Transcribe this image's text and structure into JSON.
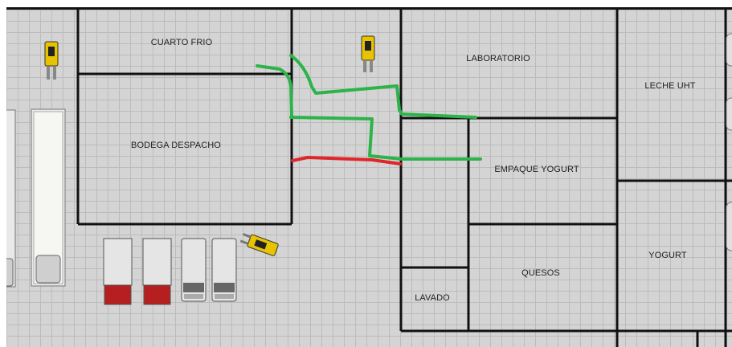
{
  "rooms": {
    "cuarto_frio": "CUARTO FRIO",
    "laboratorio": "LABORATORIO",
    "leche_uht": "LECHE UHT",
    "bodega_despacho": "BODEGA DESPACHO",
    "empaque_yogurt": "EMPAQUE YOGURT",
    "yogurt": "YOGURT",
    "quesos": "QUESOS",
    "lavado": "LAVADO"
  },
  "colors": {
    "wall": "#111111",
    "route_green": "#2db34a",
    "route_red": "#e0252b",
    "forklift_yellow": "#e8c400",
    "truck_cargo_red": "#b51f1f"
  },
  "icons": [
    "forklift-icon",
    "truck-icon",
    "van-icon",
    "conveyor-icon"
  ]
}
